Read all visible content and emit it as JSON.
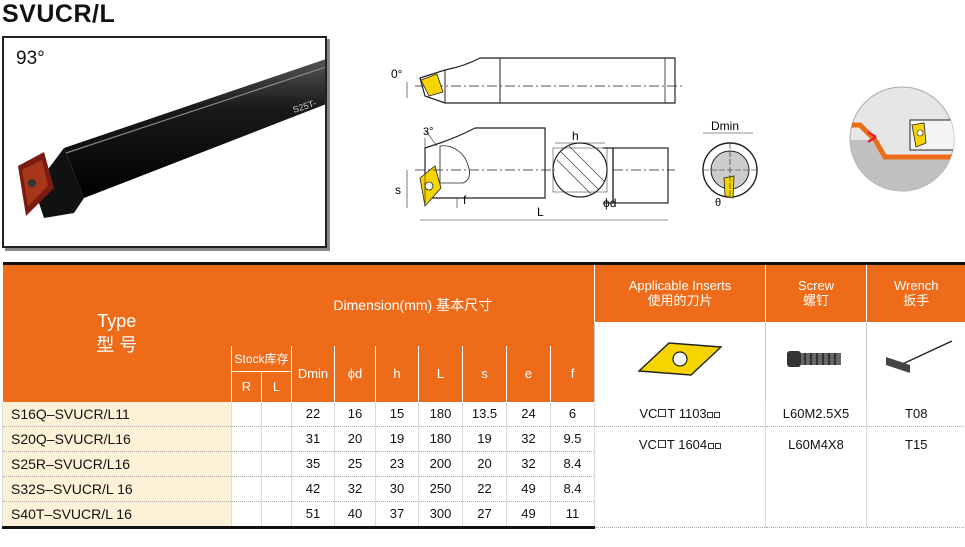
{
  "title": "SVUCR/L",
  "photo": {
    "angle": "93°",
    "shank_mark": "S25T-"
  },
  "drawing": {
    "labels": {
      "zero_deg": "0°",
      "three_deg": "3°",
      "h": "h",
      "s": "s",
      "f": "f",
      "phi_d": "ϕd",
      "L": "L",
      "dmin": "Dmin",
      "theta": "θ"
    }
  },
  "table": {
    "header": {
      "type": "Type",
      "type_cn": "型 号",
      "dimension": "Dimension(mm) 基本尺寸",
      "applicable": "Applicable Inserts",
      "applicable_cn": "使用的刀片",
      "screw": "Screw",
      "screw_cn": "螺钉",
      "wrench": "Wrench",
      "wrench_cn": "扳手",
      "stock": "Stock",
      "stock_cn": "库存",
      "r": "R",
      "l": "L",
      "cols": [
        "Dmin",
        "ϕd",
        "h",
        "L",
        "s",
        "e",
        "f"
      ]
    },
    "rows": [
      {
        "type": "S16Q–SVUCR/L11",
        "dmin": "22",
        "d": "16",
        "h": "15",
        "L": "180",
        "s": "13.5",
        "e": "24",
        "f": "6"
      },
      {
        "type": "S20Q–SVUCR/L16",
        "dmin": "31",
        "d": "20",
        "h": "19",
        "L": "180",
        "s": "19",
        "e": "32",
        "f": "9.5"
      },
      {
        "type": "S25R–SVUCR/L16",
        "dmin": "35",
        "d": "25",
        "h": "23",
        "L": "200",
        "s": "20",
        "e": "32",
        "f": "8.4"
      },
      {
        "type": "S32S–SVUCR/L 16",
        "dmin": "42",
        "d": "32",
        "h": "30",
        "L": "250",
        "s": "22",
        "e": "49",
        "f": "8.4"
      },
      {
        "type": "S40T–SVUCR/L 16",
        "dmin": "51",
        "d": "40",
        "h": "37",
        "L": "300",
        "s": "27",
        "e": "49",
        "f": "11"
      }
    ],
    "inserts": {
      "group1_prefix": "VC",
      "group1_code": "T 1103",
      "group2_prefix": "VC",
      "group2_code": "T 1604"
    },
    "screws": {
      "group1": "L60M2.5X5",
      "group2": "L60M4X8"
    },
    "wrenches": {
      "group1": "T08",
      "group2": "T15"
    }
  },
  "colors": {
    "header_orange": "#ee6c19",
    "type_cell_bg": "#fdf2d8",
    "insert_yellow": "#f5d400"
  }
}
